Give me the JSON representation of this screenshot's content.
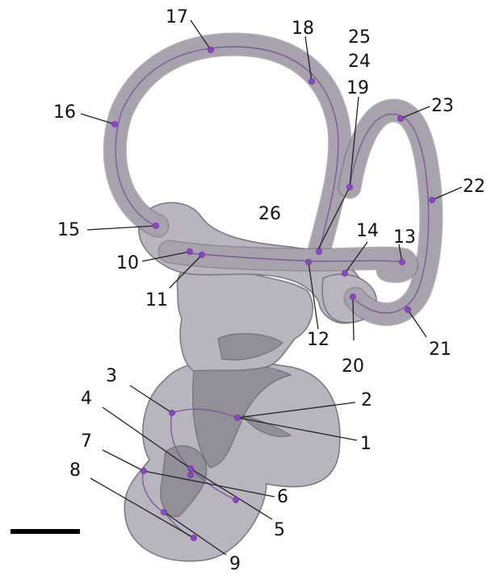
{
  "labels": {
    "l1": "1",
    "l2": "2",
    "l3": "3",
    "l4": "4",
    "l5": "5",
    "l6": "6",
    "l7": "7",
    "l8": "8",
    "l9": "9",
    "l10": "10",
    "l11": "11",
    "l12": "12",
    "l13": "13",
    "l14": "14",
    "l15": "15",
    "l16": "16",
    "l17": "17",
    "l18": "18",
    "l19": "19",
    "l20": "20",
    "l21": "21",
    "l22": "22",
    "l23": "23",
    "l24": "24",
    "l25": "25",
    "l26": "26"
  },
  "colors": {
    "point": "#8e44c6",
    "tissue": "#b9b5bf",
    "scale_bar": "#000000"
  }
}
